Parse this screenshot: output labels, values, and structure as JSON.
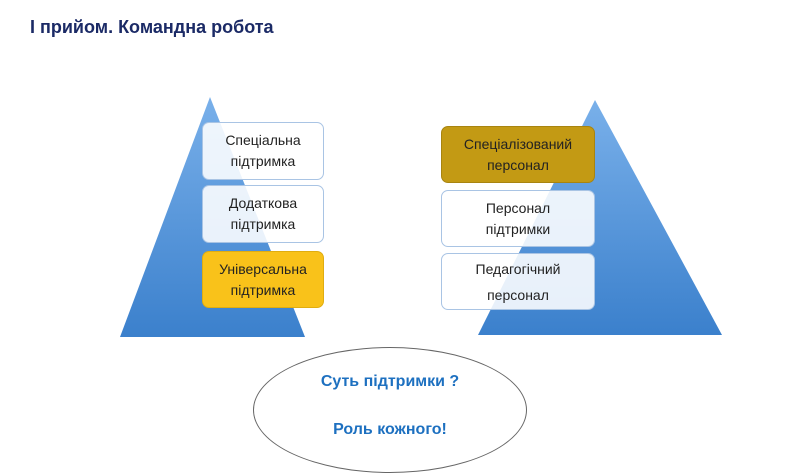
{
  "title": "І прийом. Командна робота",
  "left_pyramid": {
    "levels": [
      {
        "line1": "Спеціальна",
        "line2": "підтримка"
      },
      {
        "line1": "Додаткова",
        "line2": "підтримка"
      },
      {
        "line1": "Універсальна",
        "line2": "підтримка"
      }
    ]
  },
  "right_pyramid": {
    "levels": [
      {
        "line1": "Спеціалізований",
        "line2": "персонал"
      },
      {
        "line1": "Персонал",
        "line2": "підтримки"
      },
      {
        "line1": "Педагогічний",
        "line2": "персонал"
      }
    ]
  },
  "oval": {
    "question": "Суть підтримки ?",
    "statement": "Роль кожного!"
  },
  "colors": {
    "triangle": "#4a8fd6",
    "title": "#1b2a66",
    "accent": "#1d70c0",
    "universal": "#f9c21a",
    "specialized": "#c39a14"
  }
}
